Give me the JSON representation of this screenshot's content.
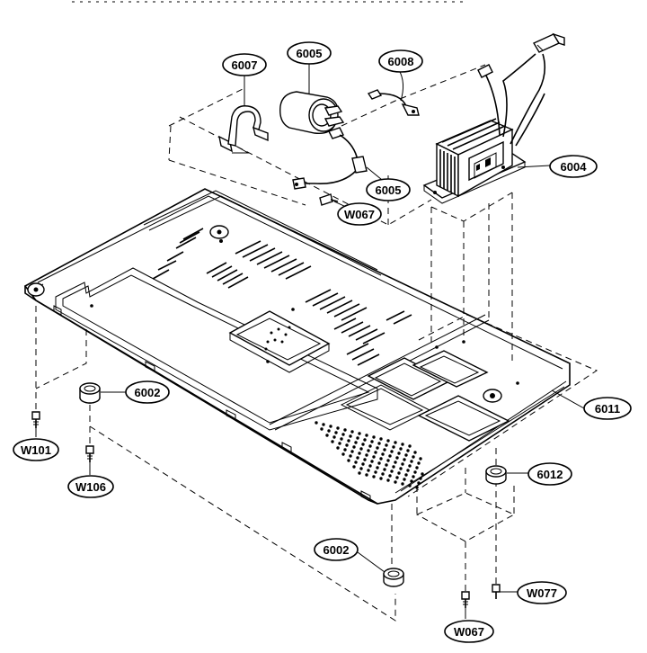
{
  "labels": {
    "l6007": "6007",
    "l6005a": "6005",
    "l6008": "6008",
    "l6005b": "6005",
    "lW067a": "W067",
    "l6004": "6004",
    "l6002a": "6002",
    "l6011": "6011",
    "l6012": "6012",
    "lW101": "W101",
    "lW106": "W106",
    "l6002b": "6002",
    "lW077": "W077",
    "lW067b": "W067"
  }
}
